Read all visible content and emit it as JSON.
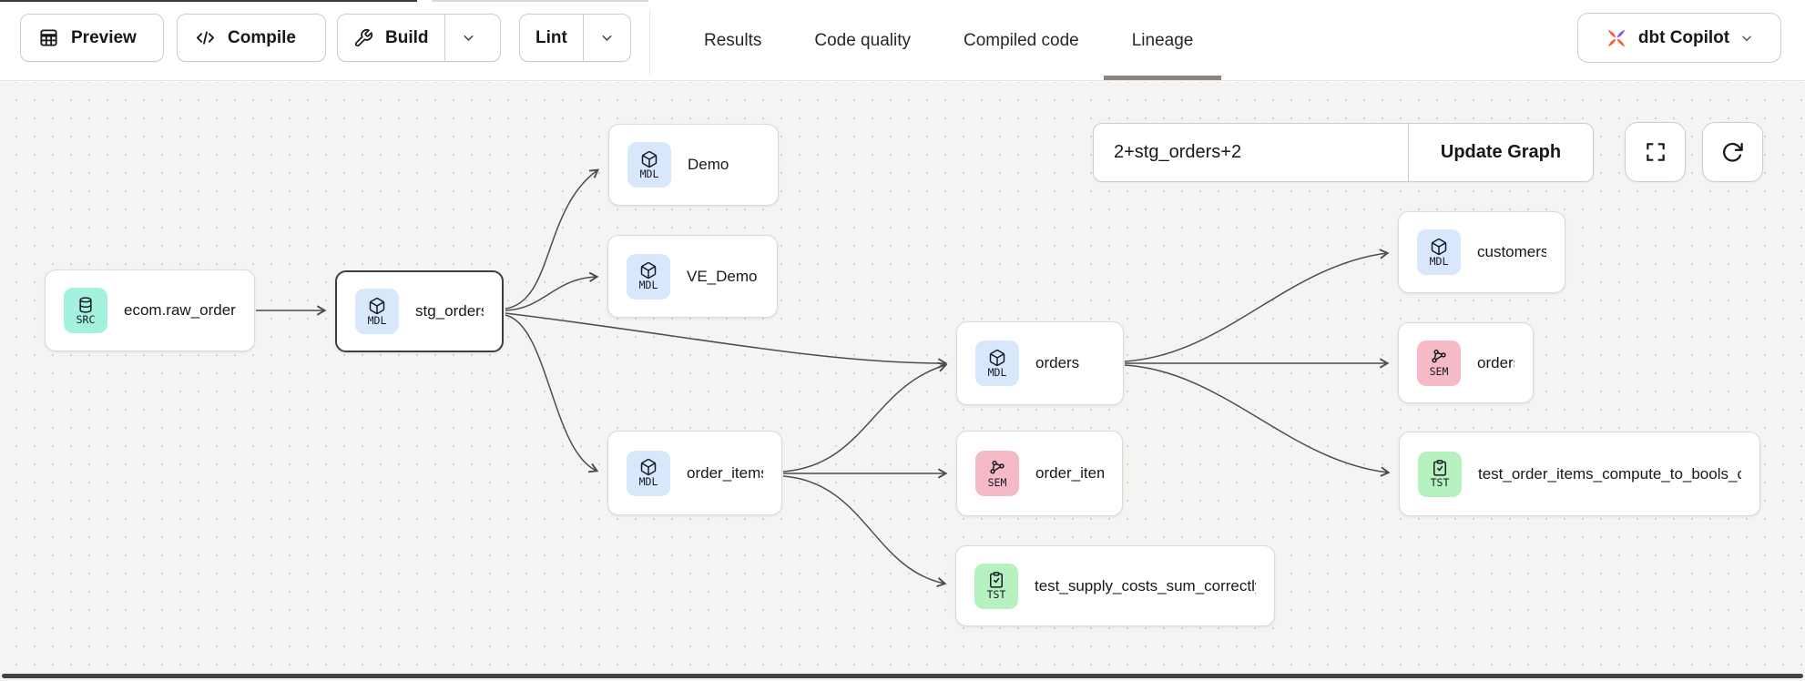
{
  "toolbar": {
    "preview": "Preview",
    "compile": "Compile",
    "build": "Build",
    "lint": "Lint"
  },
  "tabs": {
    "results": "Results",
    "code_quality": "Code quality",
    "compiled_code": "Compiled code",
    "lineage": "Lineage",
    "active_tab": "Lineage"
  },
  "copilot": {
    "label": "dbt Copilot"
  },
  "graph_controls": {
    "selector_value": "2+stg_orders+2",
    "update_label": "Update Graph"
  },
  "nodes": [
    {
      "badge": "SRC",
      "type": "source",
      "label": "ecom.raw_orders"
    },
    {
      "badge": "MDL",
      "type": "model",
      "label": "stg_orders",
      "selected": true
    },
    {
      "badge": "MDL",
      "type": "model",
      "label": "Demo"
    },
    {
      "badge": "MDL",
      "type": "model",
      "label": "VE_Demo"
    },
    {
      "badge": "MDL",
      "type": "model",
      "label": "order_items"
    },
    {
      "badge": "MDL",
      "type": "model",
      "label": "orders"
    },
    {
      "badge": "MDL",
      "type": "model",
      "label": "customers"
    },
    {
      "badge": "SEM",
      "type": "semantic_model",
      "label": "orders"
    },
    {
      "badge": "SEM",
      "type": "semantic_model",
      "label": "order_item"
    },
    {
      "badge": "TST",
      "type": "test",
      "label": "test_order_items_compute_to_bools_c..."
    },
    {
      "badge": "TST",
      "type": "test",
      "label": "test_supply_costs_sum_correctly"
    }
  ],
  "colors": {
    "source_badge": "#a4f2dd",
    "model_badge": "#d9e7fc",
    "semantic_badge": "#f6bac6",
    "test_badge": "#b6f1c0",
    "dbt_orange": "#ff5c35",
    "copilot_purple": "#7a5cf0",
    "selected_border": "#3f3f3f",
    "edge": "#4d4d4d",
    "canvas_bg": "#f5f4f2",
    "active_tab_underline": "#8a8480"
  }
}
